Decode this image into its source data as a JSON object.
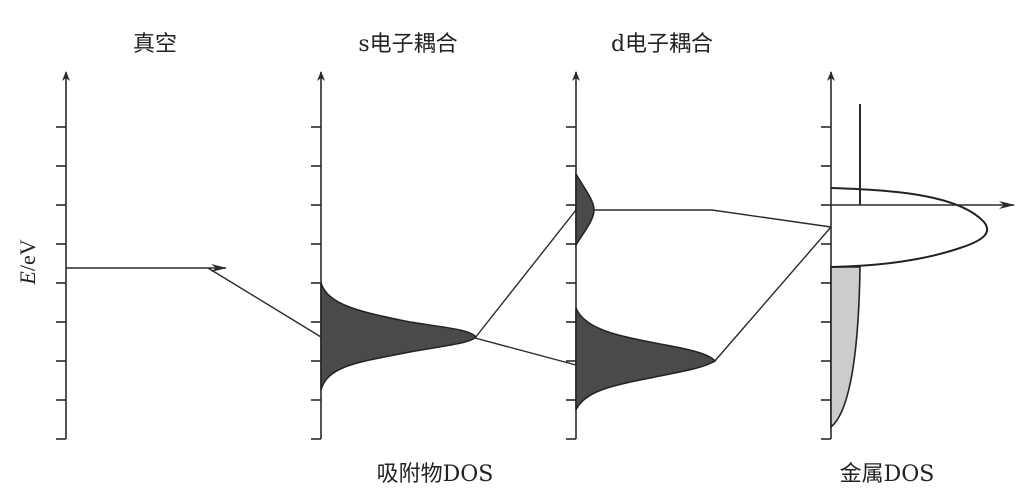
{
  "panels": [
    {
      "title": "真空"
    },
    {
      "title": "s电子耦合"
    },
    {
      "title": "d电子耦合"
    },
    {
      "title": ""
    }
  ],
  "y_axis_label": {
    "italic": "E",
    "unit": "/eV"
  },
  "bottom_labels": {
    "adsorbate": "吸附物DOS",
    "metal": "金属DOS"
  },
  "colors": {
    "line": "#2a2a2a",
    "dark_fill": "#4a4a4a",
    "light_fill": "#cccccc"
  }
}
